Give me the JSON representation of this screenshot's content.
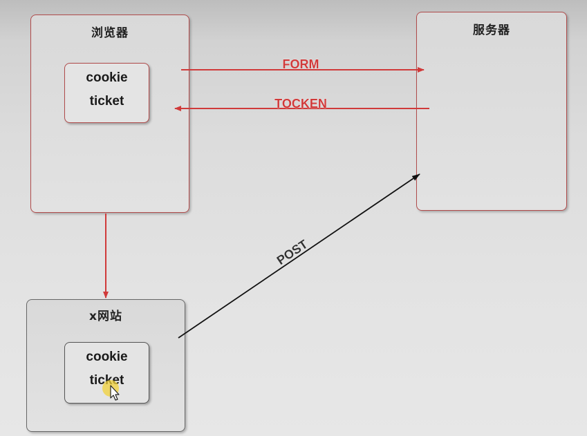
{
  "browser": {
    "title": "浏览器",
    "cookie_label": "cookie",
    "ticket_label": "ticket"
  },
  "server": {
    "title": "服务器"
  },
  "site": {
    "title": "x网站",
    "cookie_label": "cookie",
    "ticket_label": "ticket"
  },
  "arrows": {
    "form_label": "FORM",
    "token_label": "TOCKEN",
    "post_label": "POST"
  },
  "colors": {
    "red_arrow": "#d03a3a",
    "black_arrow": "#111111",
    "box_border": "#b04a4a",
    "cursor_highlight": "#f2d23a"
  },
  "icons": {
    "cursor": "mouse-pointer-icon"
  }
}
